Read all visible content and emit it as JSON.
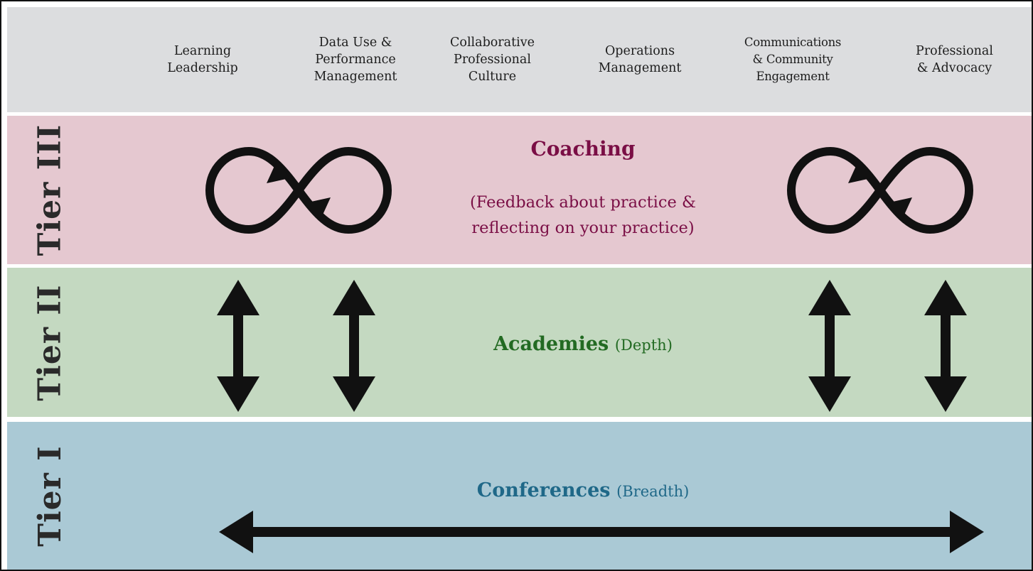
{
  "colors": {
    "header_bg": "#dcdddf",
    "tier3_bg": "#e5c8d0",
    "tier2_bg": "#c4d9c1",
    "tier1_bg": "#aac9d5",
    "tier3_title": "#7a0e45",
    "tier2_title": "#226a22",
    "tier1_title": "#1f6888",
    "tier_label": "#2a2a2a",
    "arrow": "#111111"
  },
  "columns": [
    "Learning\nLeadership",
    "Data Use &\nPerformance\nManagement",
    "Collaborative\nProfessional\nCulture",
    "Operations\nManagement",
    "Communications\n& Community\nEngagement",
    "Professional\n& Advocacy"
  ],
  "tiers": {
    "tier3": {
      "label": "Tier III",
      "title": "Coaching",
      "subtitle_line1": "(Feedback about practice &",
      "subtitle_line2": "reflecting on your practice)",
      "icon": "infinity-loop-icon"
    },
    "tier2": {
      "label": "Tier II",
      "title": "Academies",
      "subtitle": "(Depth)",
      "icon": "vertical-double-arrow-icon"
    },
    "tier1": {
      "label": "Tier I",
      "title": "Conferences",
      "subtitle": "(Breadth)",
      "icon": "horizontal-double-arrow-icon"
    }
  }
}
